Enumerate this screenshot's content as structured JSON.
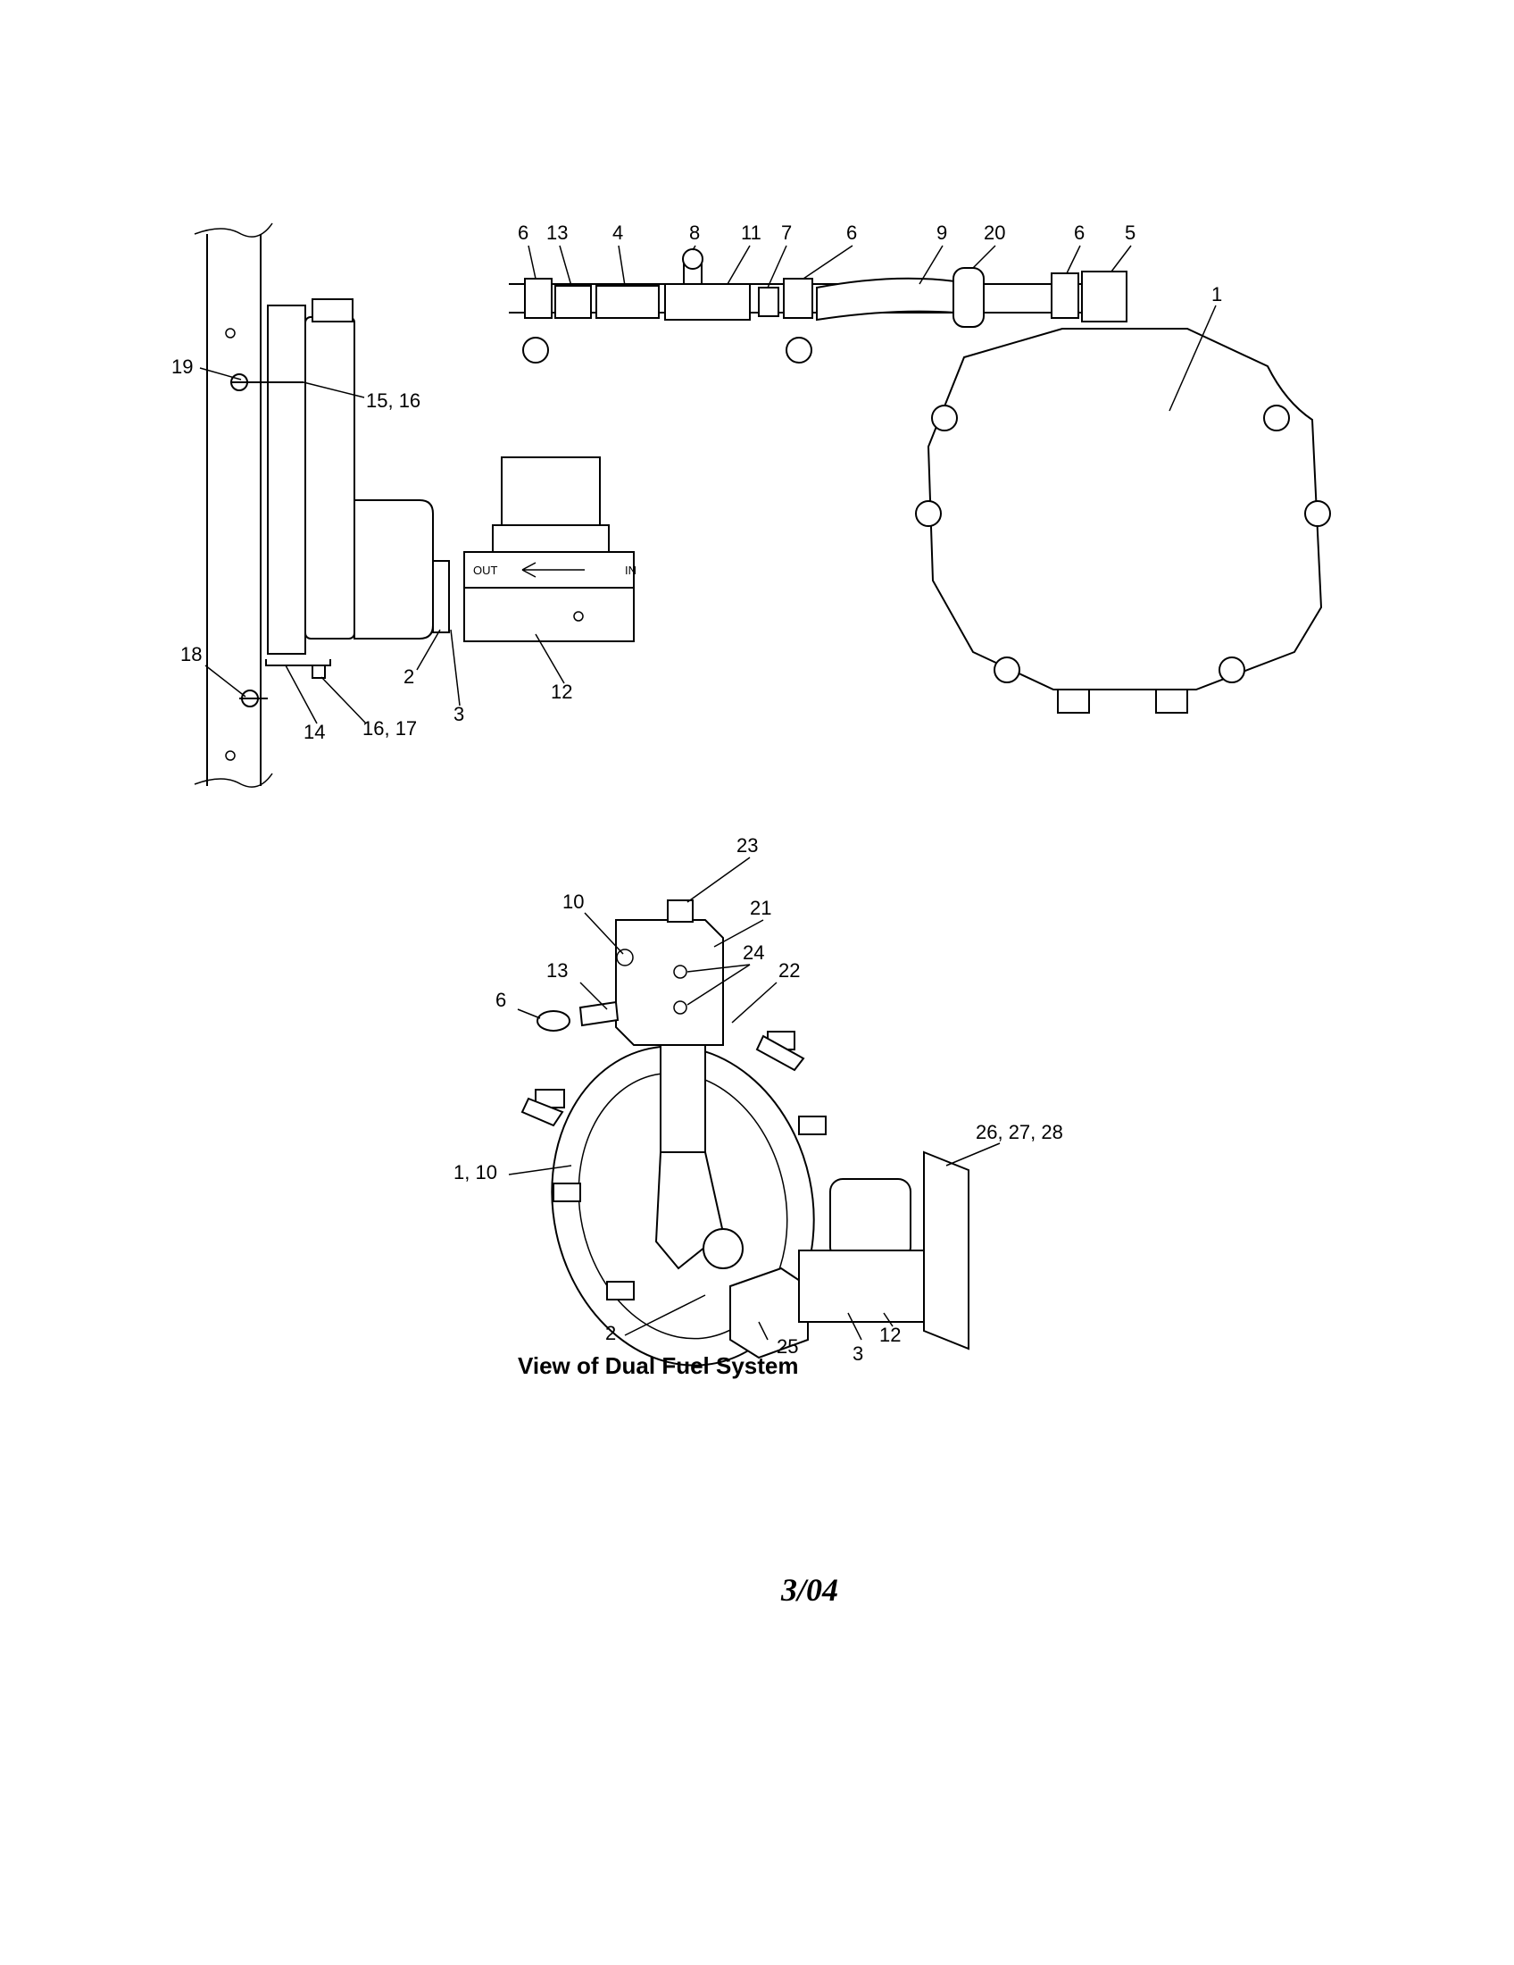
{
  "callouts": {
    "a6": "6",
    "a13": "13",
    "a4": "4",
    "a8": "8",
    "a11": "11",
    "a7": "7",
    "a6b": "6",
    "a9": "9",
    "a20": "20",
    "a6c": "6",
    "a5": "5",
    "a1": "1",
    "a19": "19",
    "a15_16": "15, 16",
    "a18": "18",
    "a2": "2",
    "a3": "3",
    "a12": "12",
    "a14": "14",
    "a16_17": "16, 17",
    "b23": "23",
    "b21": "21",
    "b10": "10",
    "b24": "24",
    "b13": "13",
    "b22": "22",
    "b6": "6",
    "b1_10": "1, 10",
    "b26_27_28": "26, 27, 28",
    "b2": "2",
    "b25": "25",
    "b12": "12",
    "b3": "3"
  },
  "valve_markings": {
    "out": "OUT",
    "in": "IN"
  },
  "caption": "View of Dual Fuel System",
  "date": "3/04"
}
